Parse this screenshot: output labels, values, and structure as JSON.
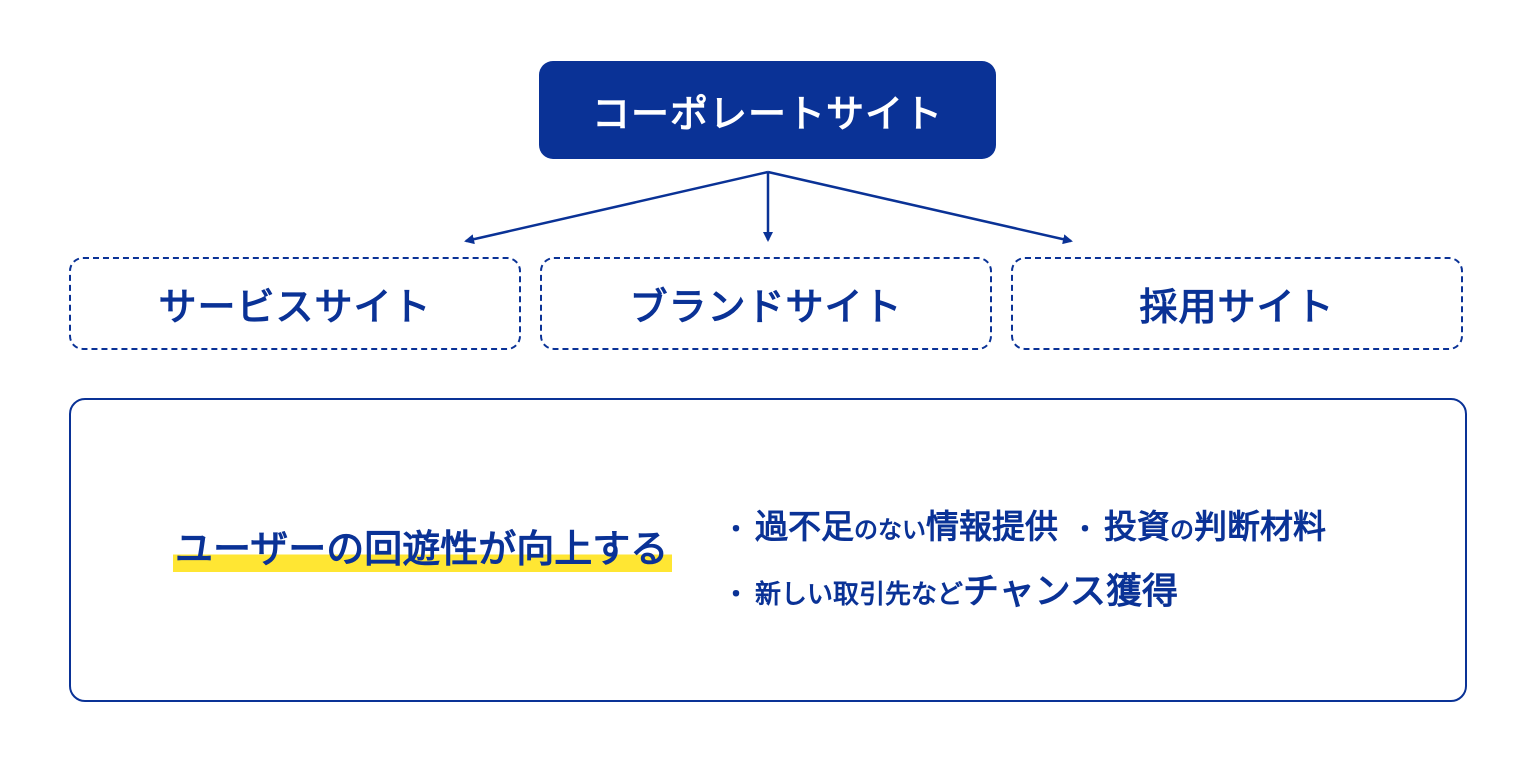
{
  "diagram": {
    "top_node": {
      "label": "コーポレートサイト"
    },
    "children": [
      {
        "label": "サービスサイト"
      },
      {
        "label": "ブランドサイト"
      },
      {
        "label": "採用サイト"
      }
    ],
    "result": {
      "headline": "ユーザーの回遊性が向上する",
      "benefit_1": {
        "bullet": "・",
        "part_a": "過不足",
        "part_b": "のない",
        "part_c": "情報提供",
        "bullet2": "・",
        "part_d": "投資",
        "part_e": "の",
        "part_f": "判断材料"
      },
      "benefit_2": {
        "bullet": "・",
        "part_a": "新しい取引先など",
        "part_b": "チャンス獲得"
      }
    },
    "colors": {
      "primary": "#0a3296",
      "highlight": "#ffe633",
      "background": "#ffffff"
    }
  }
}
